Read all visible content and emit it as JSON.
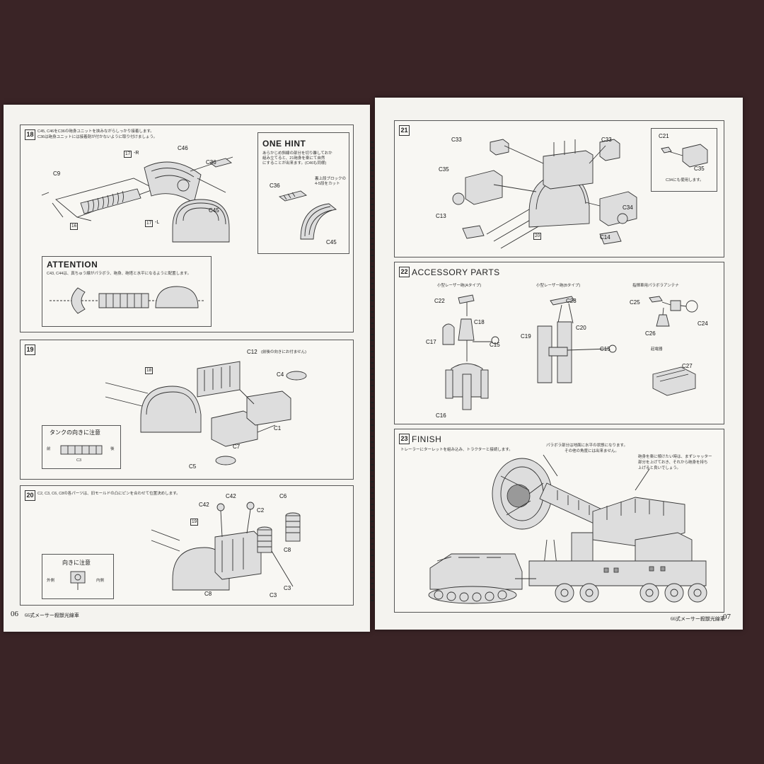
{
  "left": {
    "step18": {
      "num": "18",
      "note_line1": "C45, C46をC36の砲身ユニットを挟みながらしっかり接着します。",
      "note_line2": "C36は砲身ユニットには接着剤が付かないように取り付けましょう。",
      "labels": {
        "c46": "C46",
        "c36": "C36",
        "c9": "C9",
        "c45": "C45",
        "r17": "17",
        "r17_suffix": "-R",
        "l17": "17",
        "l17_suffix": "-L",
        "r16": "16"
      },
      "hint": {
        "title": "ONE HINT",
        "line1": "あらかじめ斜線の部分を切り離しておか",
        "line2": "組み立てると、21砲身を楽にて自然",
        "line3": "にすることが出来ます。(C46も同様)",
        "small1": "裏上段ブロックの",
        "small2": "4-5段をカット",
        "c36": "C36",
        "c45": "C45"
      },
      "attention": {
        "title": "ATTENTION",
        "note": "C43, C44は、真ちゅう線がパラボラ、砲身、砲塔と水平になるように配置します。"
      }
    },
    "step19": {
      "num": "19",
      "labels": {
        "c12": "C12",
        "c12_note": "(前後の向きにお付ません)",
        "c4": "C4",
        "c1": "C1",
        "c7": "C7",
        "c5": "C5",
        "r18": "18"
      },
      "caution": {
        "title": "タンクの向きに注意",
        "left": "前",
        "right": "後",
        "code": "C3"
      }
    },
    "step20": {
      "num": "20",
      "note": "C2, C3, C6, C8の各パーツは、旧モールドの凸にピンを合わせて位置決めします。",
      "labels": {
        "c42a": "C42",
        "c42b": "C42",
        "c2": "C2",
        "c6": "C6",
        "c8a": "C8",
        "c8b": "C8",
        "c3a": "C3",
        "c3b": "C3",
        "r19": "19"
      },
      "caution": {
        "title": "向きに注意",
        "outer": "外側",
        "inner": "内側"
      }
    },
    "footer": {
      "page": "06",
      "title": "66式メーサー殺獣光線車"
    }
  },
  "right": {
    "step21": {
      "num": "21",
      "labels": {
        "c33a": "C33",
        "c33b": "C33",
        "c35a": "C35",
        "c35b": "C35",
        "c13": "C13",
        "c14": "C14",
        "c34": "C34",
        "c21": "C21",
        "r20": "20"
      },
      "inset_note": "C34にも使用します。"
    },
    "step22": {
      "num": "22",
      "title": "ACCESSORY PARTS",
      "sub_a": "小型レーザー砲(Aタイプ)",
      "sub_b": "小型レーザー砲(Bタイプ)",
      "sub_c": "指揮車用パラボラアンテナ",
      "sub_d": "起電器",
      "labels": {
        "c22": "C22",
        "c18": "C18",
        "c17": "C17",
        "c15a": "C15",
        "c16": "C16",
        "c23": "C23",
        "c20": "C20",
        "c19": "C19",
        "c15b": "C15",
        "c25": "C25",
        "c26": "C26",
        "c24": "C24",
        "c27": "C27"
      }
    },
    "step23": {
      "num": "23",
      "title": "FINISH",
      "note": "トレーラーにターレットを組み込み、トラクターと接続します。",
      "callout1_l1": "パラボラ部分は地面に水平の状態になります。",
      "callout1_l2": "その他の角度には出来ません。",
      "callout2_l1": "砲身を楽に傾けたい時は、まずシャッター",
      "callout2_l2": "部分を上げておき、それから砲身を持ち",
      "callout2_l3": "上げると良いでしょう。"
    },
    "footer": {
      "page": "07",
      "title": "66式メーサー殺獣光線車"
    }
  }
}
